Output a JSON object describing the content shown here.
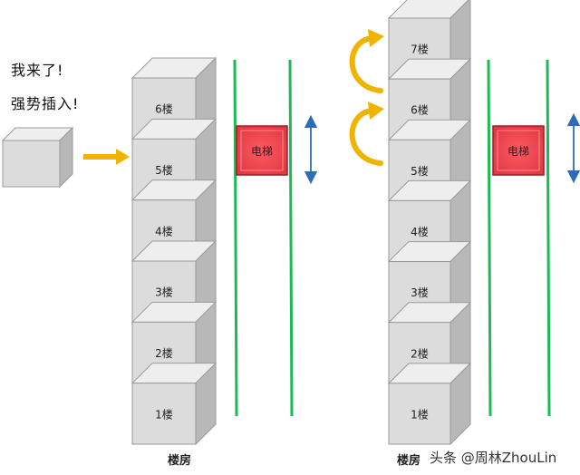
{
  "caption": {
    "line1": "我来了!",
    "line2": "强势插入!"
  },
  "left_building": {
    "label": "楼房",
    "floors": [
      "1楼",
      "2楼",
      "3楼",
      "4楼",
      "5楼",
      "6楼"
    ],
    "elevator_label": "电梯"
  },
  "right_building": {
    "label": "楼房",
    "floors": [
      "1楼",
      "2楼",
      "3楼",
      "4楼",
      "5楼",
      "6楼",
      "7楼"
    ],
    "elevator_label": "电梯"
  },
  "watermark": "头条 @周林ZhouLin",
  "colors": {
    "box_front": "#dcdcdc",
    "box_top": "#eeeeee",
    "box_side": "#b8b8b8",
    "rail": "#1db954",
    "elevator": "#e03a44",
    "arrow": "#f0b400",
    "double_arrow": "#2e6db4"
  }
}
